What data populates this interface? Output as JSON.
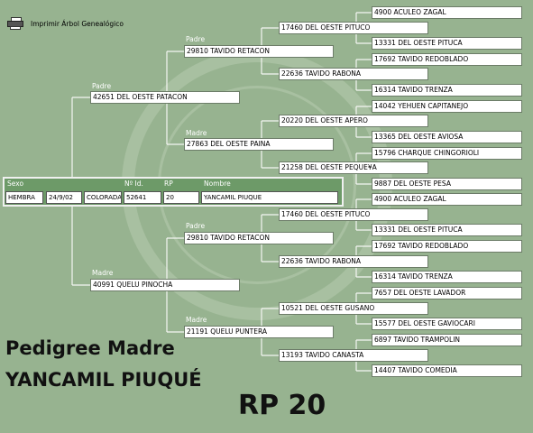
{
  "toolbar": {
    "print_label": "Imprimir Árbol Genealógico"
  },
  "labels": {
    "padre": "Padre",
    "madre": "Madre"
  },
  "subject": {
    "headers": {
      "sexo": "Sexo",
      "id": "Nº Id.",
      "rp": "RP",
      "nombre": "Nombre"
    },
    "sexo": "HEMBRA",
    "fecha": "24/9/02",
    "color": "COLORADA",
    "id": "52641",
    "rp": "20",
    "nombre": "YANCAMIL PIUQUE"
  },
  "tree": {
    "padre": {
      "name": "42651 DEL OESTE PATACON",
      "padre": {
        "name": "29810 TAVIDO RETACON",
        "padre": {
          "name": "17460 DEL OESTE PITUCO",
          "padre": "4900 ACULEO ZAGAL",
          "madre": "13331 DEL OESTE PITUCA"
        },
        "madre": {
          "name": "22636 TAVIDO RABONA",
          "padre": "17692 TAVIDO REDOBLADO",
          "madre": "16314 TAVIDO TRENZA"
        }
      },
      "madre": {
        "name": "27863 DEL OESTE PAINA",
        "padre": {
          "name": "20220 DEL OESTE APERO",
          "padre": "14042 YEHUEN CAPITANEJO",
          "madre": "13365 DEL OESTE AVIOSA"
        },
        "madre": {
          "name": "21258 DEL OESTE PEQUE¥A",
          "padre": "15796 CHARQUE CHINGORIOLI",
          "madre": "9887 DEL OESTE PESA"
        }
      }
    },
    "madre": {
      "name": "40991 QUELU PINOCHA",
      "padre": {
        "name": "29810 TAVIDO RETACON",
        "padre": {
          "name": "17460 DEL OESTE PITUCO",
          "padre": "4900 ACULEO ZAGAL",
          "madre": "13331 DEL OESTE PITUCA"
        },
        "madre": {
          "name": "22636 TAVIDO RABONA",
          "padre": "17692 TAVIDO REDOBLADO",
          "madre": "16314 TAVIDO TRENZA"
        }
      },
      "madre": {
        "name": "21191 QUELU PUNTERA",
        "padre": {
          "name": "10521 DEL OESTE GUSANO",
          "padre": "7657 DEL OESTE LAVADOR",
          "madre": "15577 DEL OESTE GAVIOCARI"
        },
        "madre": {
          "name": "13193 TAVIDO CANASTA",
          "padre": "6897 TAVIDO TRAMPOLIN",
          "madre": "14407 TAVIDO COMEDIA"
        }
      }
    }
  },
  "caption": {
    "line1": "Pedigree Madre",
    "line2": "YANCAMIL PIUQUÉ",
    "rp": "RP 20"
  }
}
